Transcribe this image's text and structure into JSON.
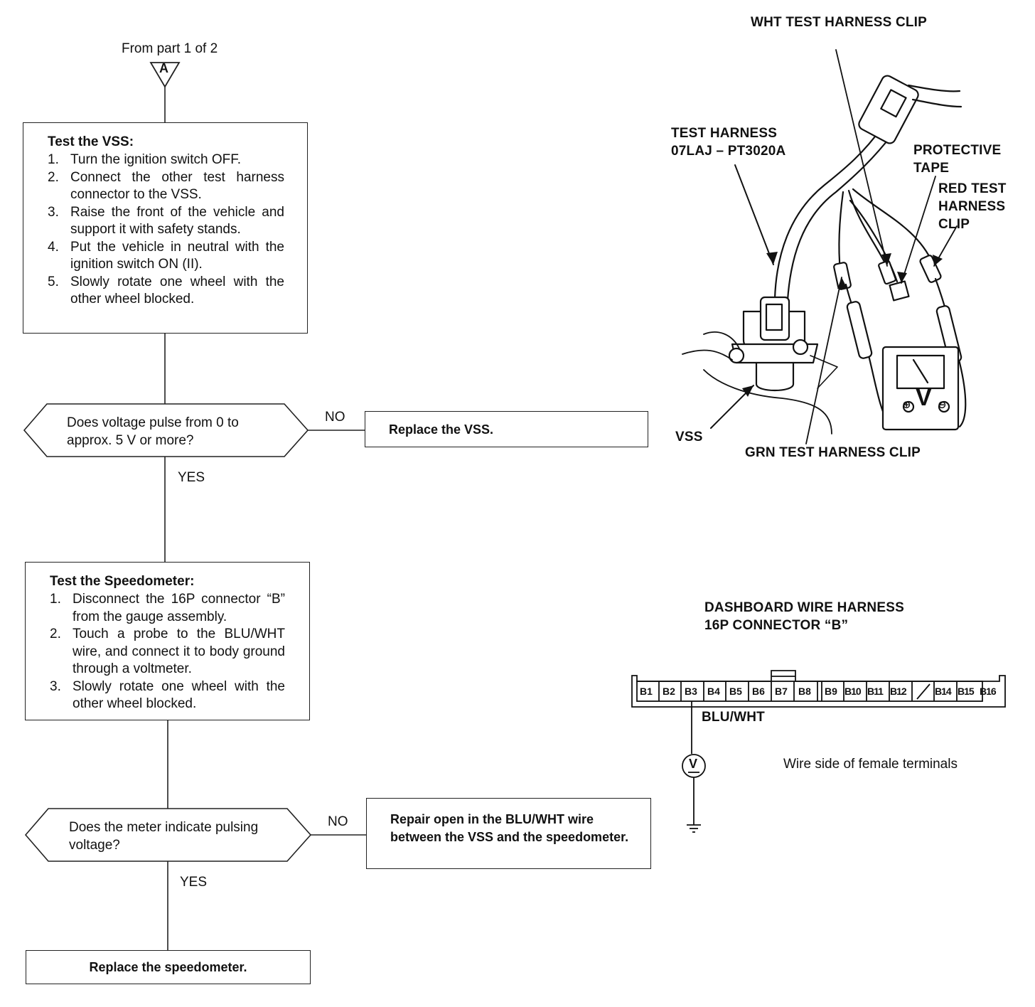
{
  "flowchart": {
    "start_label": "From part 1 of 2",
    "connector_letter": "A",
    "box1": {
      "title": "Test the VSS:",
      "steps": [
        {
          "num": "1.",
          "text": "Turn the ignition switch OFF."
        },
        {
          "num": "2.",
          "text": "Connect the other test harness connector to the VSS."
        },
        {
          "num": "3.",
          "text": "Raise the front of the vehicle and support it with safety stands."
        },
        {
          "num": "4.",
          "text": "Put the vehicle in neutral with the ignition switch ON (II)."
        },
        {
          "num": "5.",
          "text": "Slowly rotate one wheel with the other wheel blocked."
        }
      ]
    },
    "decision1": {
      "question": "Does voltage pulse from 0 to approx. 5 V or more?",
      "no_label": "NO",
      "yes_label": "YES",
      "no_result": "Replace the VSS."
    },
    "box2": {
      "title": "Test the Speedometer:",
      "steps": [
        {
          "num": "1.",
          "text": "Disconnect the 16P connector “B” from the gauge assembly."
        },
        {
          "num": "2.",
          "text": "Touch a probe to the BLU/WHT wire, and connect it to body ground through a voltmeter."
        },
        {
          "num": "3.",
          "text": "Slowly rotate one wheel with the other wheel blocked."
        }
      ]
    },
    "decision2": {
      "question": "Does the meter indicate pulsing voltage?",
      "no_label": "NO",
      "yes_label": "YES",
      "no_result": "Repair open in the BLU/WHT wire between the VSS and the speedometer."
    },
    "final_result": "Replace the speedometer."
  },
  "illustration": {
    "wht_clip": "WHT TEST HARNESS CLIP",
    "test_harness_line1": "TEST HARNESS",
    "test_harness_line2": "07LAJ – PT3020A",
    "protective_tape": "PROTECTIVE TAPE",
    "red_clip": "RED TEST HARNESS CLIP",
    "vss": "VSS",
    "grn_clip": "GRN TEST HARNESS CLIP",
    "meter_symbol": "V"
  },
  "connector": {
    "title_line1": "DASHBOARD WIRE HARNESS",
    "title_line2": "16P CONNECTOR “B”",
    "terminals": [
      "B1",
      "B2",
      "B3",
      "B4",
      "B5",
      "B6",
      "B7",
      "B8",
      "B9",
      "B10",
      "B11",
      "B12",
      "",
      "B14",
      "B15",
      "B16"
    ],
    "wire_label": "BLU/WHT",
    "voltmeter_symbol": "V",
    "side_note": "Wire side of female terminals"
  }
}
